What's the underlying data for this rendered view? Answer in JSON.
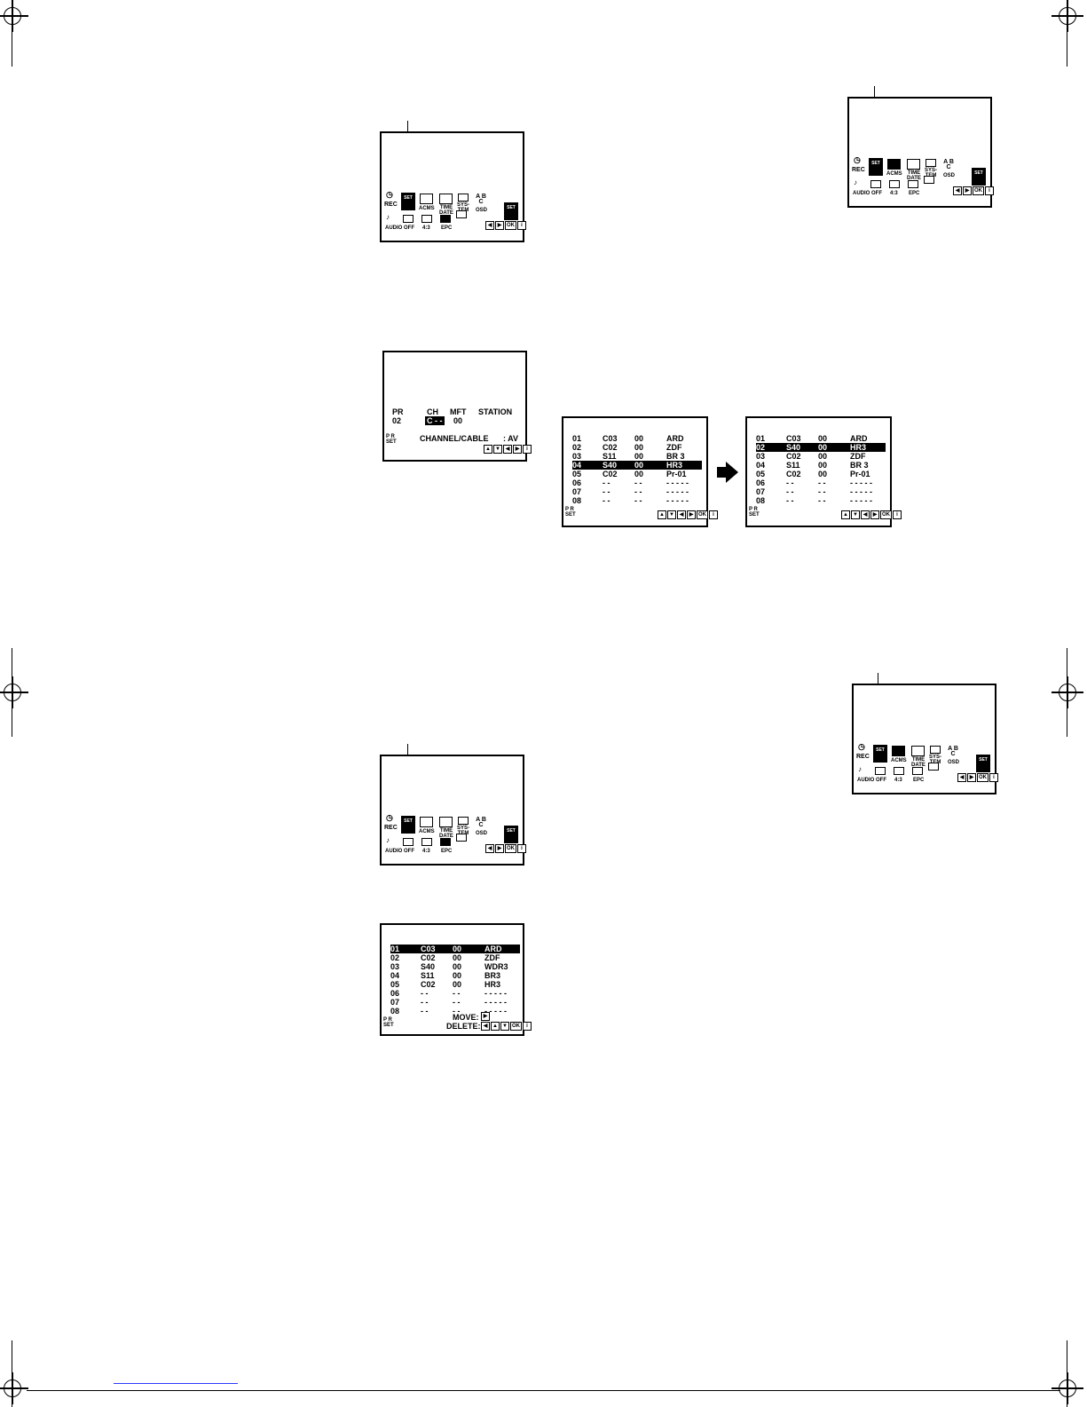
{
  "menu": {
    "rec": "REC",
    "pr_set": "SET",
    "acms": "ACMS",
    "time_date": "TIME DATE",
    "system": "SYS-TEM",
    "osd": "OSD",
    "ab_c": "A B C",
    "audio": "AUDIO",
    "off": "OFF",
    "ratio": "4:3",
    "epc": "EPC",
    "ok": "OK",
    "info": "i"
  },
  "manual_tuning": {
    "col_pr": "PR",
    "col_ch": "CH",
    "col_mft": "MFT",
    "col_station": "STATION",
    "pr_value": "02",
    "ch_value": "C - -",
    "mft_value": "00",
    "channel_cable": "CHANNEL/CABLE",
    "channel_cable_value": ": AV"
  },
  "sort_before": {
    "rows": [
      [
        "01",
        "C03",
        "00",
        "ARD"
      ],
      [
        "02",
        "C02",
        "00",
        "ZDF"
      ],
      [
        "03",
        "S11",
        "00",
        "BR 3"
      ],
      [
        "04",
        "S40",
        "00",
        "HR3"
      ],
      [
        "05",
        "C02",
        "00",
        "Pr-01"
      ],
      [
        "06",
        "- -",
        "- -",
        "- - - - -"
      ],
      [
        "07",
        "- -",
        "- -",
        "- - - - -"
      ],
      [
        "08",
        "- -",
        "- -",
        "- - - - -"
      ]
    ]
  },
  "sort_after": {
    "rows": [
      [
        "01",
        "C03",
        "00",
        "ARD"
      ],
      [
        "02",
        "S40",
        "00",
        "HR3"
      ],
      [
        "03",
        "C02",
        "00",
        "ZDF"
      ],
      [
        "04",
        "S11",
        "00",
        "BR 3"
      ],
      [
        "05",
        "C02",
        "00",
        "Pr-01"
      ],
      [
        "06",
        "- -",
        "- -",
        "- - - - -"
      ],
      [
        "07",
        "- -",
        "- -",
        "- - - - -"
      ],
      [
        "08",
        "- -",
        "- -",
        "- - - - -"
      ]
    ]
  },
  "delete_list": {
    "rows": [
      [
        "01",
        "C03",
        "00",
        "ARD"
      ],
      [
        "02",
        "C02",
        "00",
        "ZDF"
      ],
      [
        "03",
        "S40",
        "00",
        "WDR3"
      ],
      [
        "04",
        "S11",
        "00",
        "BR3"
      ],
      [
        "05",
        "C02",
        "00",
        "HR3"
      ],
      [
        "06",
        "- -",
        "- -",
        "- - - - -"
      ],
      [
        "07",
        "- -",
        "- -",
        "- - - - -"
      ],
      [
        "08",
        "- -",
        "- -",
        "- - - - -"
      ]
    ],
    "move": "MOVE:",
    "delete": "DELETE:"
  },
  "footer": {
    "pr": "P R",
    "set": "SET"
  }
}
